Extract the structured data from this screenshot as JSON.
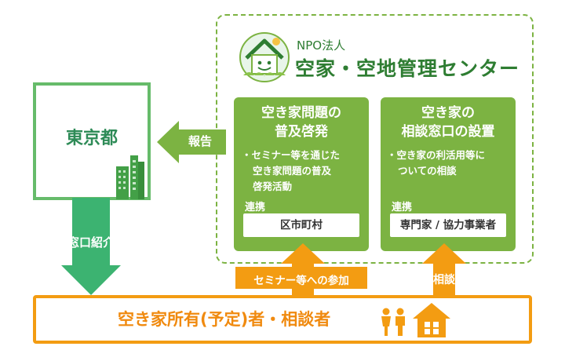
{
  "npo": {
    "kind": "NPO法人",
    "name": "空家・空地管理センター"
  },
  "box1": {
    "title_line1": "空き家問題の",
    "title_line2": "普及啓発",
    "bullet_line1": "・セミナー等を通じた",
    "bullet_line2": "空き家問題の普及",
    "bullet_line3": "啓発活動",
    "partner_tag": "連携",
    "partner": "区市町村"
  },
  "box2": {
    "title_line1": "空き家の",
    "title_line2": "相談窓口の設置",
    "bullet_line1": "・空き家の利活用等に",
    "bullet_line2": "ついての相談",
    "partner_tag": "連携",
    "partner": "専門家 / 協力事業者"
  },
  "tokyo": {
    "label": "東京都"
  },
  "arrows": {
    "report": "報告",
    "referral": "窓口紹介",
    "seminar": "セミナー等への参加",
    "consult": "相談"
  },
  "owner": {
    "label": "空き家所有(予定)者・相談者"
  },
  "colors": {
    "green": "#7cb342",
    "dark_green": "#2e7d32",
    "tokyo_green": "#66bb6a",
    "teal_arrow": "#3cb371",
    "orange": "#f39c12"
  },
  "icons": [
    "house-mascot-logo-icon",
    "office-building-icon",
    "people-icon",
    "house-icon"
  ]
}
